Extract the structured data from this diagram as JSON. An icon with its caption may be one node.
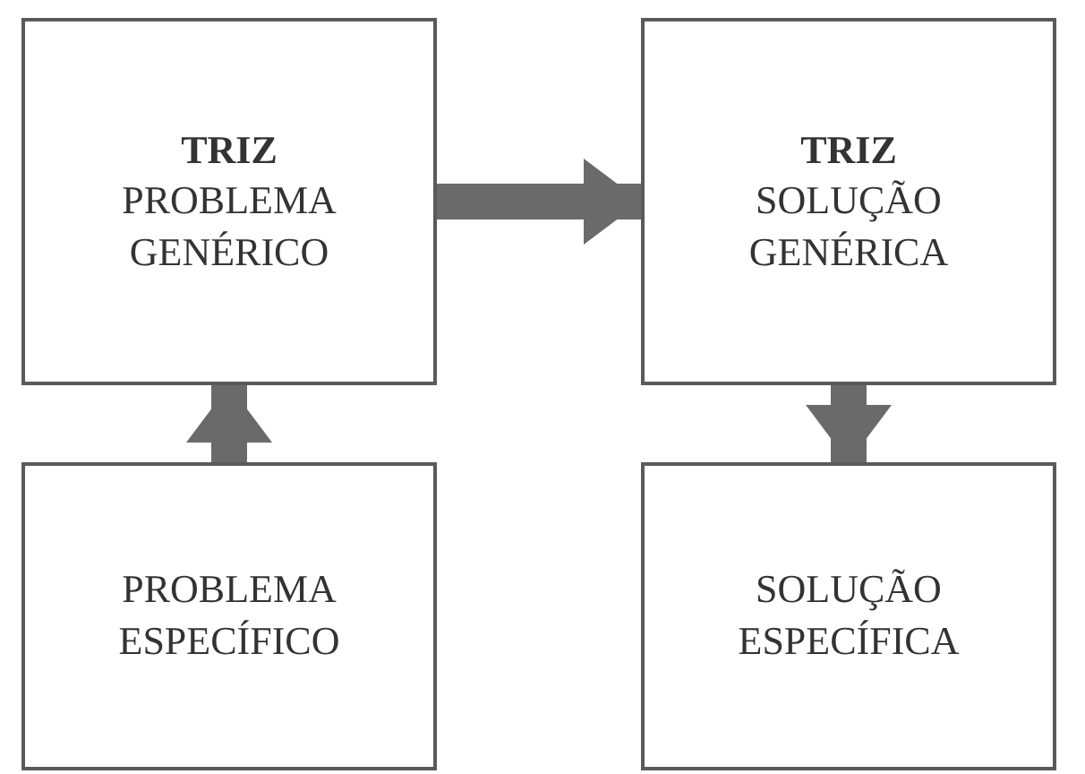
{
  "diagram": {
    "nodes": [
      {
        "text": [
          "TRIZ",
          "PROBLEMA GENÉRICO"
        ]
      },
      {
        "text": [
          "TRIZ",
          "SOLUÇÃO GENÉRICA"
        ]
      },
      {
        "text": [
          "PROBLEMA ESPECÍFICO"
        ]
      },
      {
        "text": [
          "SOLUÇÃO ESPECÍFICA"
        ]
      }
    ],
    "edges": [
      {
        "from": 0,
        "to": 1,
        "arrow": "to"
      },
      {
        "from": 1,
        "to": 3,
        "arrow": "to"
      },
      {
        "from": 2,
        "to": 0,
        "arrow": "to"
      }
    ]
  }
}
